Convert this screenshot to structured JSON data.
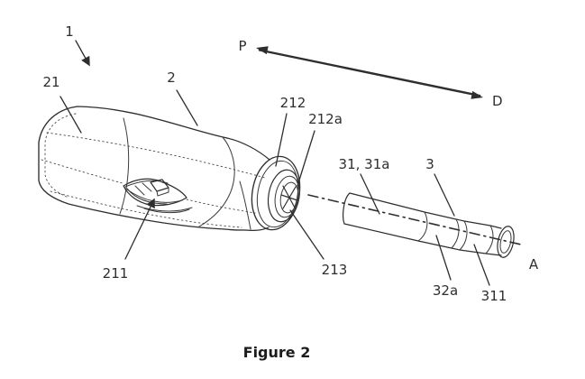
{
  "caption": "Figure 2",
  "labels": {
    "l1": "1",
    "l21": "21",
    "l2": "2",
    "l211": "211",
    "l212": "212",
    "l212a": "212a",
    "l213": "213",
    "l31_31a": "31, 31a",
    "l3": "3",
    "l32a": "32a",
    "l311": "311",
    "lP": "P",
    "lD": "D",
    "lA": "A"
  },
  "colors": {
    "ink": "#2e2e2e",
    "background": "#ffffff"
  }
}
